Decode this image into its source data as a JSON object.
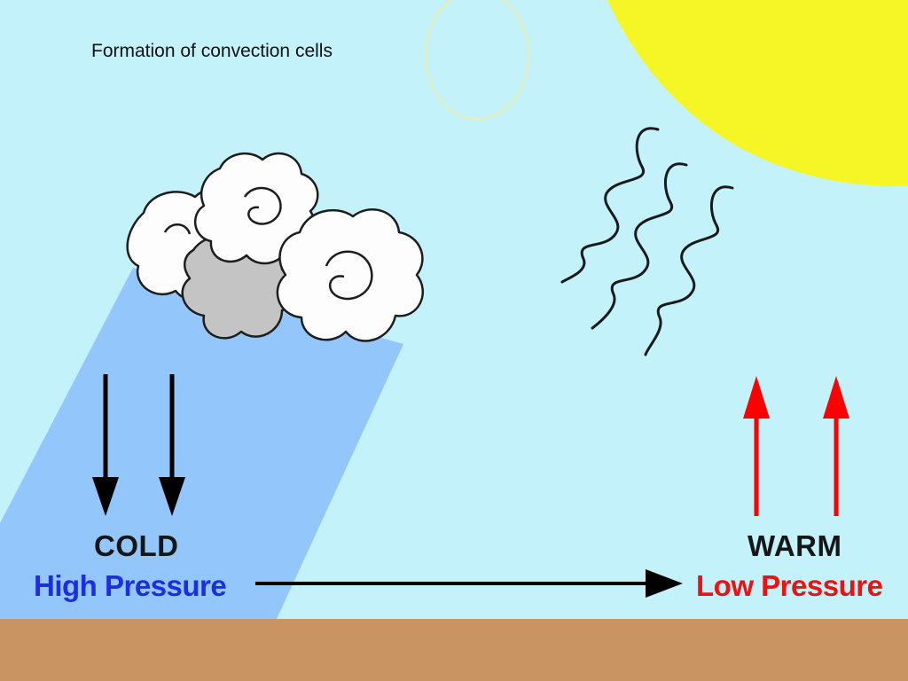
{
  "title": "Formation of convection cells",
  "labels": {
    "cold": "COLD",
    "high_pressure": "High Pressure",
    "warm": "WARM",
    "low_pressure": "Low Pressure"
  },
  "colors": {
    "sky": "#c4f2fb",
    "ground": "#c99462",
    "sun": "#f6f526",
    "cold_zone": "#93c6fa",
    "down_arrow": "#000000",
    "up_arrow": "#ff0000",
    "high_pressure_text": "#1d2ee0",
    "low_pressure_text": "#ee1111"
  },
  "icons": [
    "sun",
    "moon-outline",
    "cloud",
    "heat-wave",
    "arrow-down",
    "arrow-up",
    "arrow-right"
  ]
}
